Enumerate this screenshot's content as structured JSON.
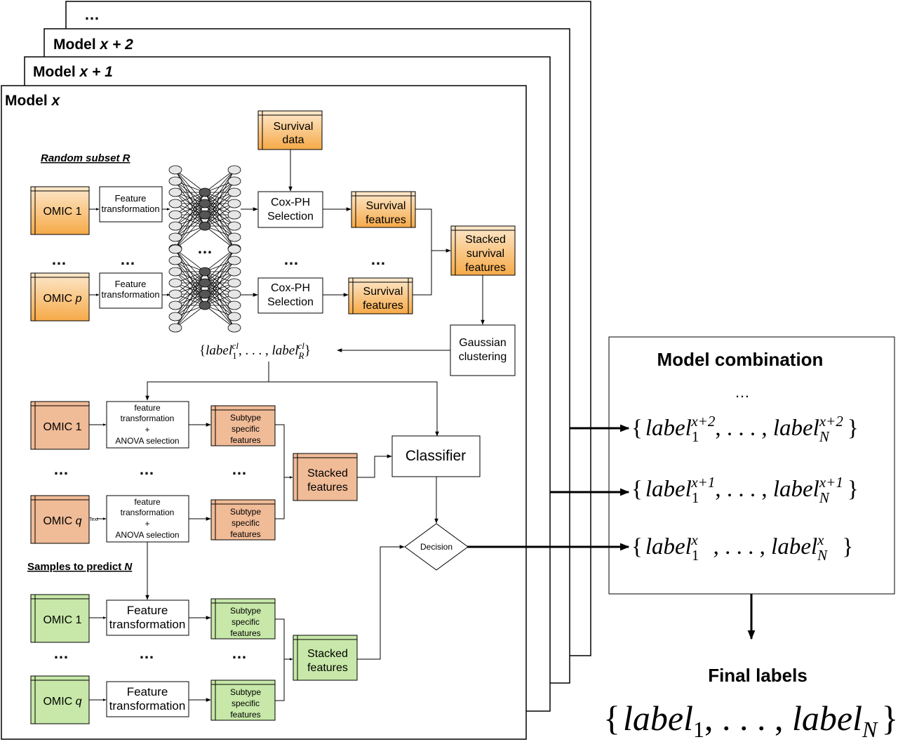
{
  "frames": {
    "back_dots": "…",
    "model_x2": {
      "prefix": "Model ",
      "var": "x + 2"
    },
    "model_x1": {
      "prefix": "Model ",
      "var": "x + 1"
    },
    "model_x": {
      "prefix": "Model ",
      "var": "x"
    }
  },
  "survival_section": {
    "random_subset": "Random subset R",
    "survival_data": [
      "Survival",
      "data"
    ],
    "omic1": "OMIC 1",
    "omicp": {
      "prefix": "OMIC ",
      "var": "p"
    },
    "feature_transformation": [
      "Feature",
      "transformation"
    ],
    "coxph": [
      "Cox-PH",
      "Selection"
    ],
    "survival_features": [
      "Survival",
      "features"
    ],
    "stacked_survival": [
      "Stacked",
      "survival",
      "features"
    ],
    "gaussian": [
      "Gaussian",
      "clustering"
    ],
    "dots": "…"
  },
  "cluster_labels": {
    "open": "{",
    "label": "label",
    "sub1": "1",
    "sup": "cl",
    "mid": ", . . . , ",
    "subR": "R",
    "close": "}"
  },
  "classification_section": {
    "omic1": "OMIC 1",
    "omicq": {
      "prefix": "OMIC ",
      "var": "q"
    },
    "text_label": "Text",
    "anova": [
      "feature",
      "transformation",
      "+",
      "ANOVA selection"
    ],
    "subtype": [
      "Subtype",
      "specific",
      "features"
    ],
    "stacked": [
      "Stacked",
      "features"
    ],
    "classifier": "Classifier",
    "decision": "Decision",
    "dots": "…"
  },
  "prediction_section": {
    "samples_to_predict": {
      "prefix": "Samples to predict ",
      "var": "N"
    },
    "omic1": "OMIC 1",
    "omicq": {
      "prefix": "OMIC ",
      "var": "q"
    },
    "feature_transformation": [
      "Feature",
      "transformation"
    ],
    "subtype": [
      "Subtype",
      "specific",
      "features"
    ],
    "stacked": [
      "Stacked",
      "features"
    ],
    "dots": "…"
  },
  "model_combination": {
    "title": "Model combination",
    "dots": "…",
    "rows": [
      {
        "sup1": "x+2",
        "supN": "x+2"
      },
      {
        "sup1": "x+1",
        "supN": "x+1"
      },
      {
        "sup1": "x",
        "supN": "x"
      }
    ],
    "label": "label",
    "sub1": "1",
    "subN": "N",
    "mid": ", . . . , ",
    "open": "{",
    "close": "}"
  },
  "final": {
    "title": "Final labels",
    "label": "label",
    "sub1": "1",
    "subN": "N",
    "mid": ", . . . , ",
    "open": "{",
    "close": "}"
  },
  "colors": {
    "orange_top": "#fce4c4",
    "orange_bottom": "#f6ad4f",
    "salmon": "#f0bb97",
    "green": "#c7e8a8"
  }
}
